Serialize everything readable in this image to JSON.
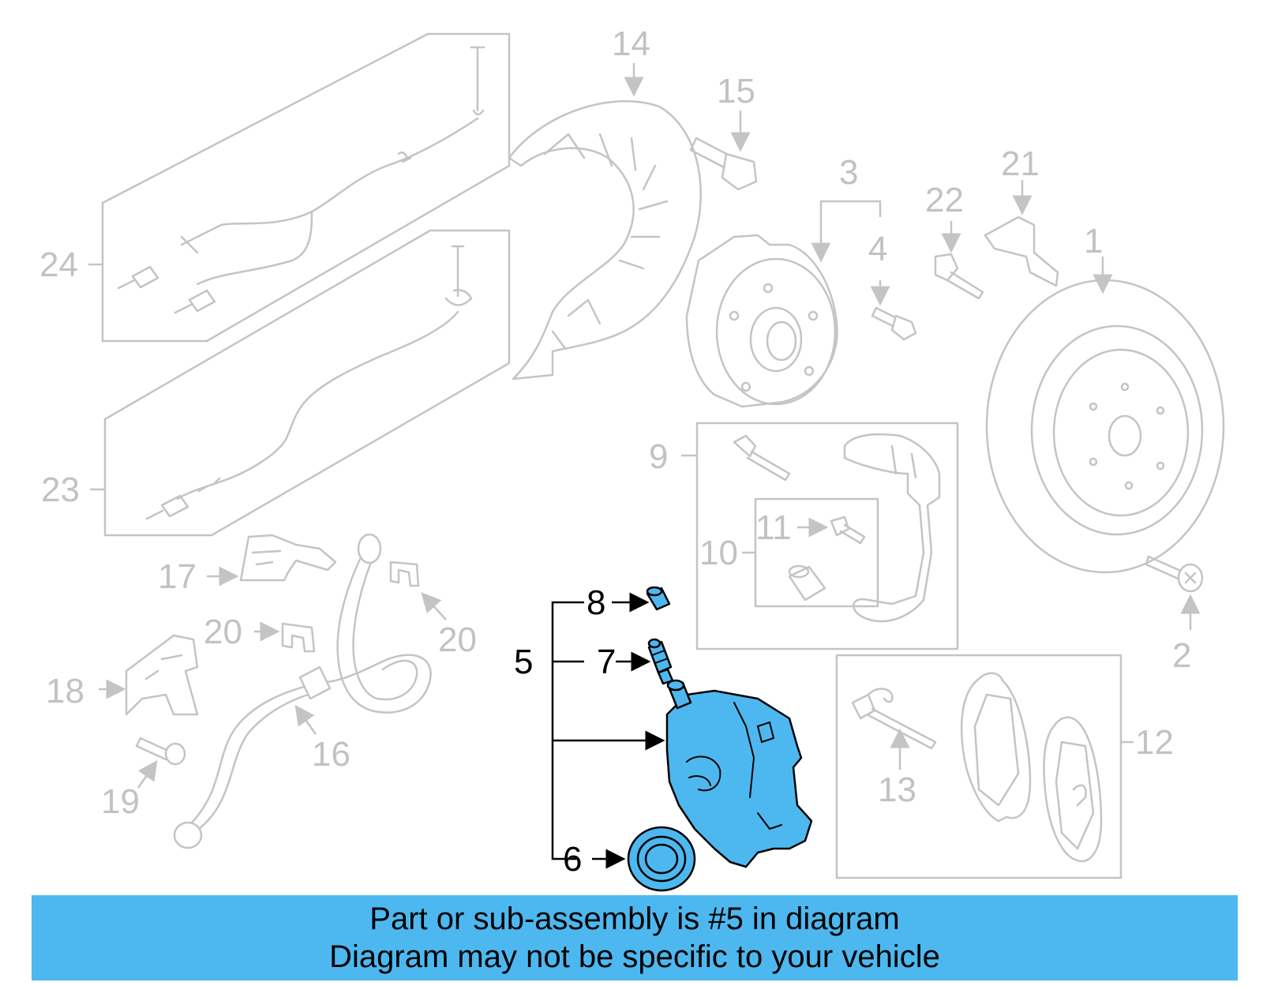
{
  "callouts": {
    "c1": "1",
    "c2": "2",
    "c3": "3",
    "c4": "4",
    "c5": "5",
    "c6": "6",
    "c7": "7",
    "c8": "8",
    "c9": "9",
    "c10": "10",
    "c11": "11",
    "c12": "12",
    "c13": "13",
    "c14": "14",
    "c15": "15",
    "c16": "16",
    "c17": "17",
    "c18": "18",
    "c19": "19",
    "c20a": "20",
    "c20b": "20",
    "c21": "21",
    "c22": "22",
    "c23": "23",
    "c24": "24"
  },
  "highlight": {
    "part_number": "5",
    "color": "#4db8ef"
  },
  "banner": {
    "line1": "Part or sub-assembly is #5 in diagram",
    "line2": "Diagram may not be specific to your vehicle"
  },
  "colors": {
    "ghost": "#c4c4c4",
    "highlight": "#4db8ef",
    "callout_active": "#000000"
  }
}
